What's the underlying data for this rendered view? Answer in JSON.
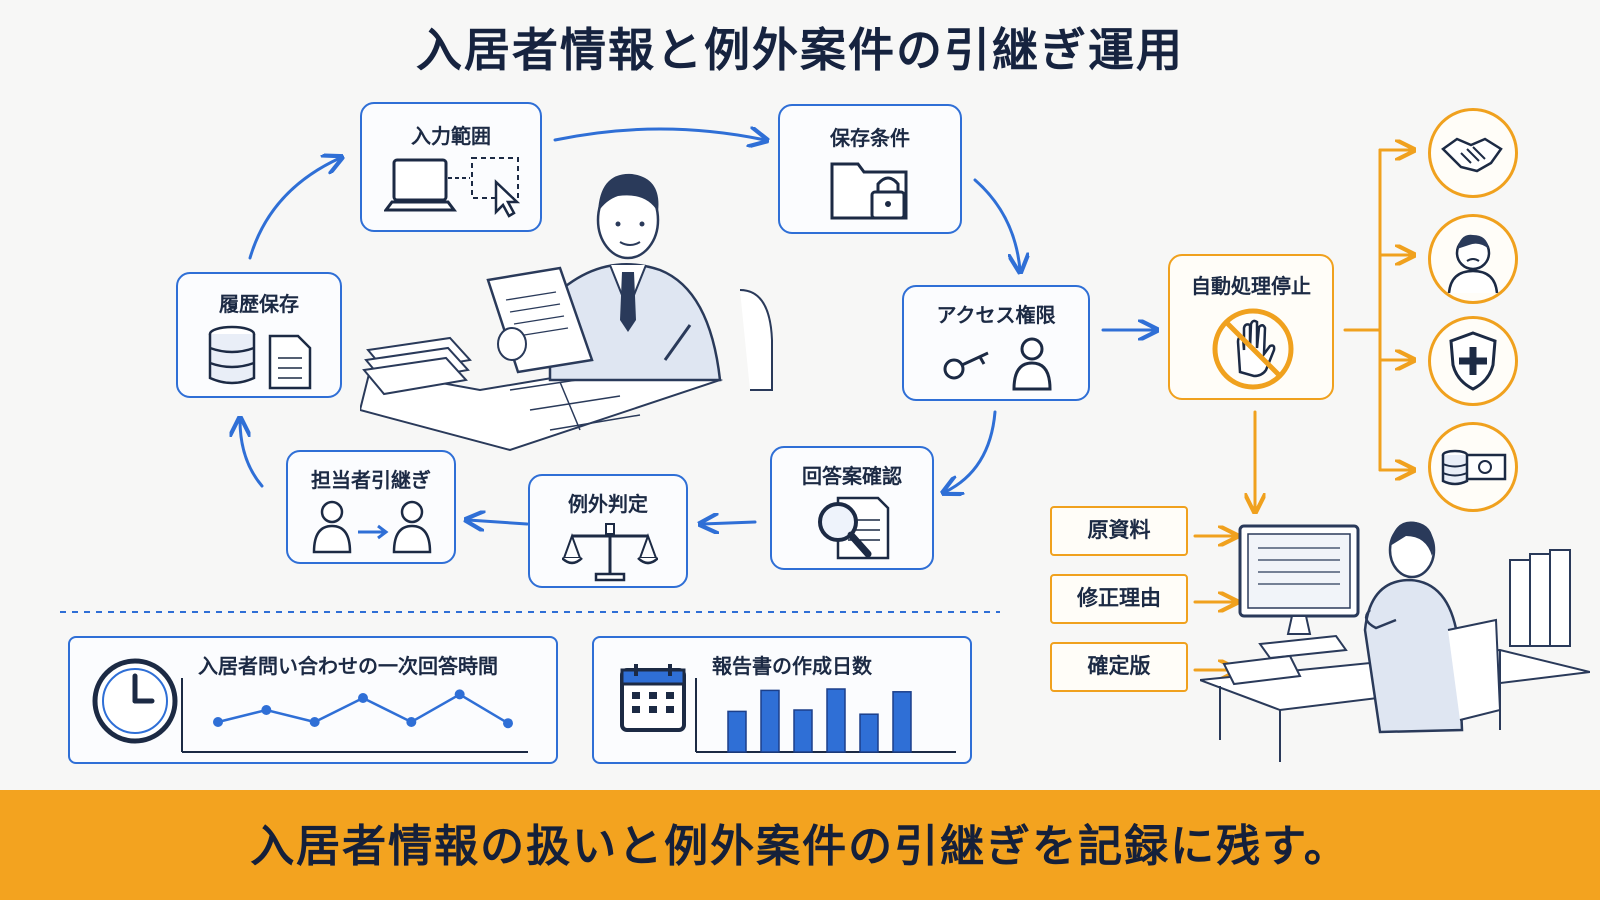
{
  "title": "入居者情報と例外案件の引継ぎ運用",
  "cycle": {
    "input_scope": "入力範囲",
    "storage_conditions": "保存条件",
    "access_rights": "アクセス権限",
    "answer_review": "回答案確認",
    "exception_judgment": "例外判定",
    "handover": "担当者引継ぎ",
    "history_retention": "履歴保存"
  },
  "auto_stop": {
    "label": "自動処理停止"
  },
  "outcome_icons": [
    "handshake-icon",
    "person-icon",
    "shield-icon",
    "money-icon"
  ],
  "records": {
    "source_material": "原資料",
    "correction_reason": "修正理由",
    "final_version": "確定版"
  },
  "metrics": {
    "response_time": {
      "title": "入居者問い合わせの一次回答時間"
    },
    "report_days": {
      "title": "報告書の作成日数"
    }
  },
  "chart_data": [
    {
      "type": "line",
      "title": "入居者問い合わせの一次回答時間",
      "values": [
        2,
        3,
        2,
        4,
        2,
        4.3,
        1.9
      ],
      "ylim": [
        0,
        5
      ]
    },
    {
      "type": "bar",
      "title": "報告書の作成日数",
      "values": [
        2.9,
        4.4,
        3.0,
        4.5,
        2.7,
        4.3
      ],
      "ylim": [
        0,
        5
      ]
    }
  ],
  "footer": "入居者情報の扱いと例外案件の引継ぎを記録に残す。",
  "colors": {
    "blue": "#2f6fd6",
    "orange": "#f0a11e",
    "navy": "#16233f",
    "banner": "#f3a31f"
  }
}
